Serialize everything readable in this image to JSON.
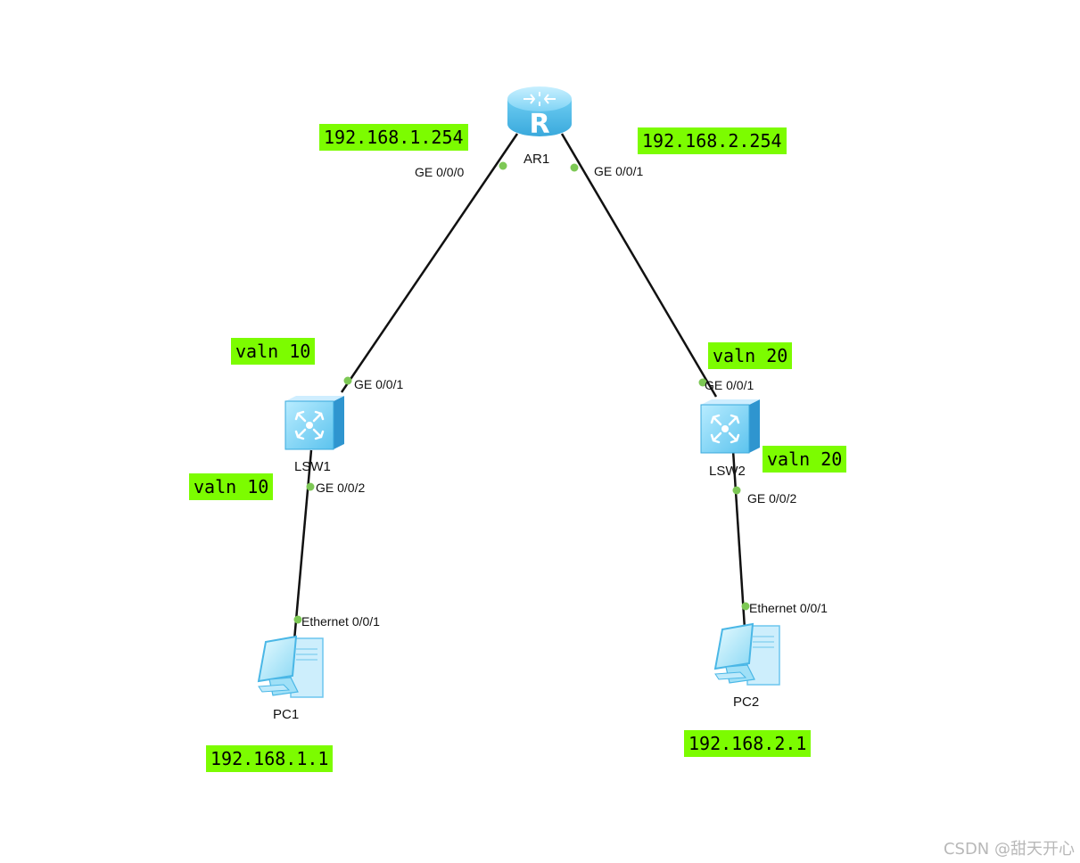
{
  "devices": {
    "router": {
      "name": "AR1"
    },
    "switch1": {
      "name": "LSW1"
    },
    "switch2": {
      "name": "LSW2"
    },
    "pc1": {
      "name": "PC1"
    },
    "pc2": {
      "name": "PC2"
    }
  },
  "ports": {
    "ar1_left": "GE 0/0/0",
    "ar1_right": "GE 0/0/1",
    "lsw1_up": "GE 0/0/1",
    "lsw1_down": "GE 0/0/2",
    "lsw2_up": "GE 0/0/1",
    "lsw2_down": "GE 0/0/2",
    "pc1_port": "Ethernet 0/0/1",
    "pc2_port": "Ethernet 0/0/1"
  },
  "notes": {
    "ar1_left_ip": "192.168.1.254",
    "ar1_right_ip": "192.168.2.254",
    "lsw1_up_vlan": "valn 10",
    "lsw1_down_vlan": "valn 10",
    "lsw2_up_vlan": "valn 20",
    "lsw2_down_vlan": "valn 20",
    "pc1_ip": "192.168.1.1",
    "pc2_ip": "192.168.2.1"
  },
  "watermark": "CSDN @甜天开心",
  "colors": {
    "note_bg": "#7cfc00",
    "link": "#111111",
    "port_dot": "#7dc855",
    "device_blue": "#5cc3ee"
  }
}
